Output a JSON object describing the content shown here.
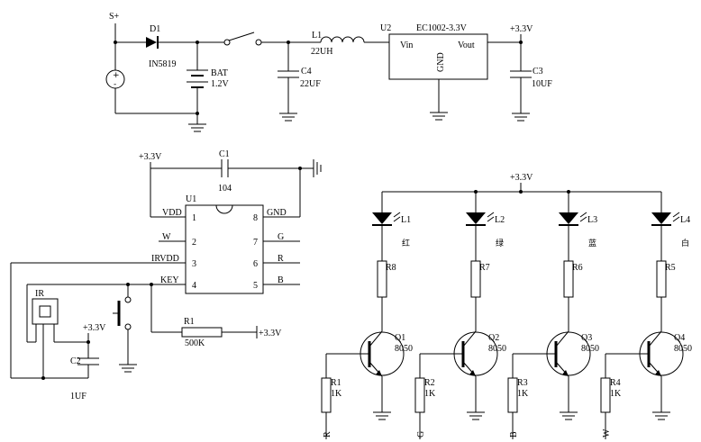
{
  "power": {
    "s_plus": "S+",
    "d1_ref": "D1",
    "d1_val": "IN5819",
    "bat_ref": "BAT",
    "bat_val": "1.2V",
    "l1_ref": "L1",
    "l1_val": "22UH",
    "c4_ref": "C4",
    "c4_val": "22UF",
    "u2_ref": "U2",
    "u2_part": "EC1002-3.3V",
    "u2_vin": "Vin",
    "u2_vout": "Vout",
    "u2_gnd": "GND",
    "vout_label": "+3.3V",
    "c3_ref": "C3",
    "c3_val": "10UF"
  },
  "mcu": {
    "vcc_label": "+3.3V",
    "c1_ref": "C1",
    "c1_val": "104",
    "u1_ref": "U1",
    "left_pins": [
      {
        "name": "VDD",
        "num": "1"
      },
      {
        "name": "W",
        "num": "2"
      },
      {
        "name": "IRVDD",
        "num": "3"
      },
      {
        "name": "KEY",
        "num": "4"
      }
    ],
    "right_pins": [
      {
        "name": "GND",
        "num": "8"
      },
      {
        "name": "G",
        "num": "7"
      },
      {
        "name": "R",
        "num": "6"
      },
      {
        "name": "B",
        "num": "5"
      }
    ],
    "ir_ref": "IR",
    "ir_vcc": "+3.3V",
    "c2_ref": "C2",
    "c2_val": "1UF",
    "r1_ref": "R1",
    "r1_val": "500K",
    "r1_vcc": "+3.3V"
  },
  "leds": {
    "vcc_label": "+3.3V",
    "channels": [
      {
        "led": "L1",
        "color": "红",
        "res": "R8",
        "q": "Q1",
        "q_part": "8050",
        "rb": "R1",
        "rb_val": "1K",
        "sig": "R"
      },
      {
        "led": "L2",
        "color": "绿",
        "res": "R7",
        "q": "Q2",
        "q_part": "8050",
        "rb": "R2",
        "rb_val": "1K",
        "sig": "G"
      },
      {
        "led": "L3",
        "color": "蓝",
        "res": "R6",
        "q": "Q3",
        "q_part": "8050",
        "rb": "R3",
        "rb_val": "1K",
        "sig": "B"
      },
      {
        "led": "L4",
        "color": "白",
        "res": "R5",
        "q": "Q4",
        "q_part": "8050",
        "rb": "R4",
        "rb_val": "1K",
        "sig": "W"
      }
    ]
  }
}
